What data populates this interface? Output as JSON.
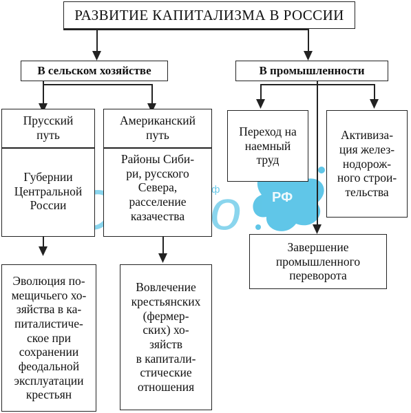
{
  "title": "РАЗВИТИЕ КАПИТАЛИЗМА В РОССИИ",
  "agriculture": {
    "label": "В сельском хозяйстве",
    "prussian": {
      "name": "Прусский\nпуть",
      "region": "Губернии\nЦентральной\nРоссии",
      "result": "Эволюция по-\nмещичьего хо-\nзяйства в ка-\nпиталистиче-\nское при\nсохранении\nфеодальной\nэксплуатации\nкрестьян"
    },
    "american": {
      "name": "Американский\nпуть",
      "region": "Районы Сиби-\nри, русского\nСевера,\nрасселение\nказачества",
      "result": "Вовлечение\nкрестьянских\n(фермер-\nских) хо-\nзяйств\nв капитали-\nстические\nотношения"
    }
  },
  "industry": {
    "label": "В промышленности",
    "wage_labor": "Переход на\nнаемный\nтруд",
    "railways": "Активиза-\nция желез-\nнодорож-\nного строи-\nтельства",
    "revolution": "Завершение\nпромышленного\nпереворота"
  },
  "watermark": {
    "url": "www.схемо.рф",
    "logo": "Схемо",
    "badge": "РФ",
    "color": "#2bb3e0"
  }
}
